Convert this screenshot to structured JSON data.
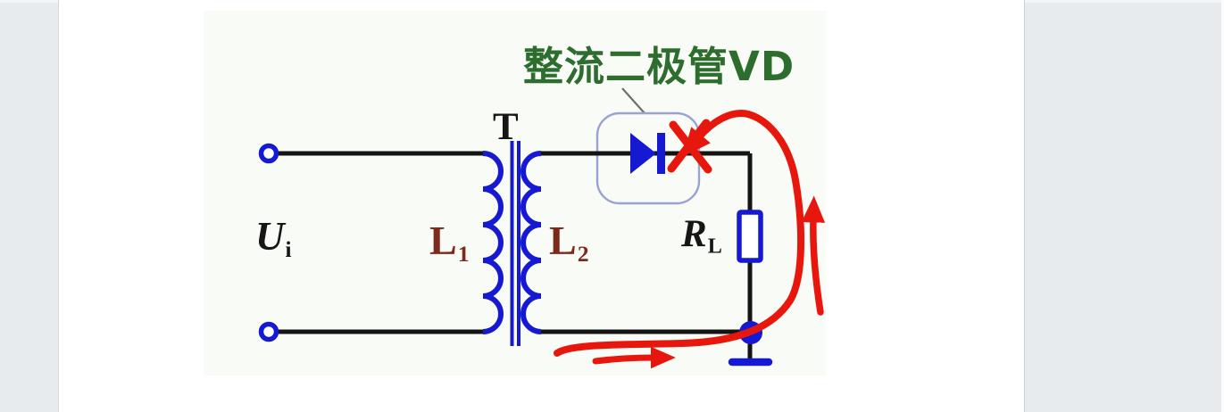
{
  "page": {
    "background": "#e8ebee",
    "panel_background": "#ffffff",
    "illustration_background": "#f9fbf7"
  },
  "title": {
    "text": "整流二极管VD",
    "color": "#2d6e2e"
  },
  "labels": {
    "transformer": "T",
    "input_voltage": {
      "main": "U",
      "sub": "i"
    },
    "primary_winding": {
      "main": "L",
      "sub": "1"
    },
    "secondary_winding": {
      "main": "L",
      "sub": "2"
    },
    "load_resistor": {
      "main": "R",
      "sub": "L"
    }
  },
  "colors": {
    "wire_black": "#141414",
    "component_blue": "#1619d2",
    "label_maroon": "#7c2a1c",
    "label_black": "#161616",
    "annotation_red": "#e8170d",
    "title_green": "#2d6e2e",
    "callout_border": "#9aa2d2",
    "callout_line": "#6f6f6f"
  },
  "symbols": {
    "input_terminals": "open-circle-terminal",
    "windings": "scalloped-coil",
    "core": "double-vertical-line",
    "diode": "triangle-with-cathode-bar",
    "resistor": "rectangle-box",
    "junction": "filled-dot",
    "ground": "horizontal-bar"
  },
  "annotations": {
    "x_mark": "blocked-path-x",
    "loop_arrow": "reverse-current-curved-arrow",
    "up_arrow": "upward-flow-arrow",
    "right_arrow": "rightward-flow-arrow"
  }
}
